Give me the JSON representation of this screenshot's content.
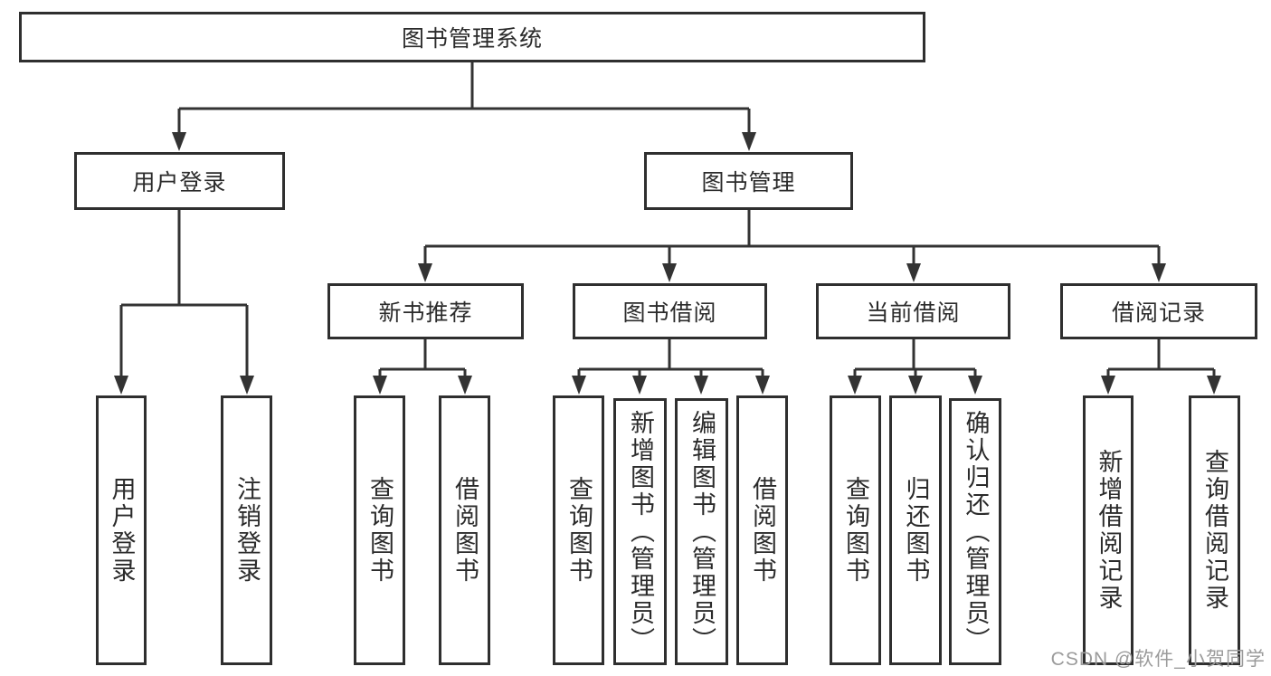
{
  "diagram_title": "图书管理系统",
  "colors": {
    "line": "#333333",
    "box_border": "#2f2f2f",
    "text": "#2b2b2b",
    "background": "#ffffff",
    "watermark": "#9b9b9b"
  },
  "nodes": {
    "root": {
      "label": "图书管理系统"
    },
    "level2": [
      {
        "label": "用户登录"
      },
      {
        "label": "图书管理"
      }
    ],
    "level3": [
      {
        "label": "新书推荐"
      },
      {
        "label": "图书借阅"
      },
      {
        "label": "当前借阅"
      },
      {
        "label": "借阅记录"
      }
    ],
    "leaves_user": [
      "用户登录",
      "注销登录"
    ],
    "leaves_new_book": [
      "查询图书",
      "借阅图书"
    ],
    "leaves_borrow": [
      "查询图书",
      "新增图书（管理员）",
      "编辑图书（管理员）",
      "借阅图书"
    ],
    "leaves_current": [
      "查询图书",
      "归还图书",
      "确认归还（管理员）"
    ],
    "leaves_record": [
      "新增借阅记录",
      "查询借阅记录"
    ]
  },
  "watermark": {
    "text": "CSDN @软件_小贺同学"
  }
}
